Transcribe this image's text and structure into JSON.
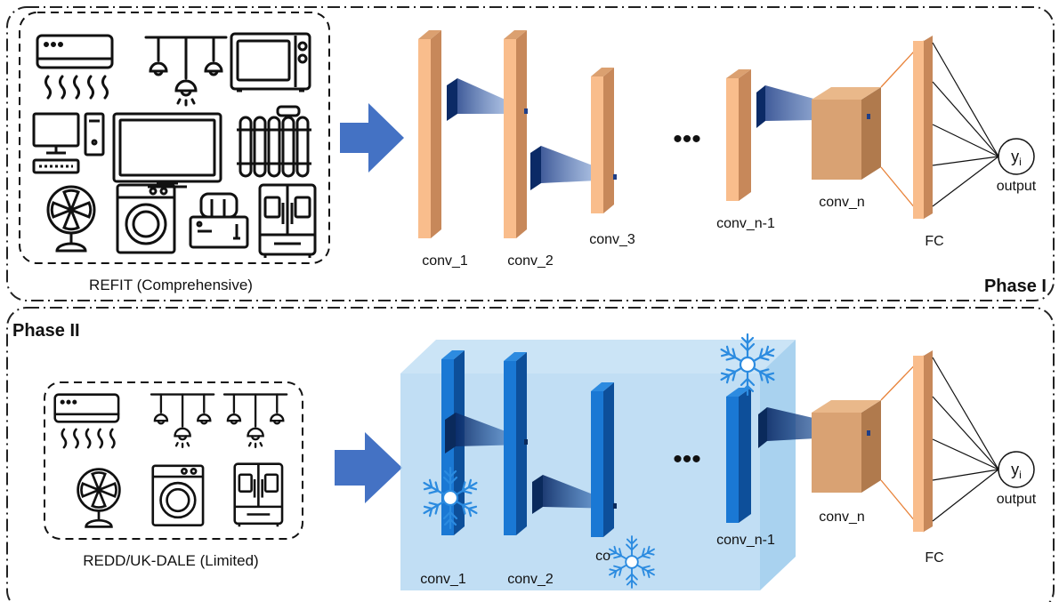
{
  "phase1": {
    "label": "Phase I",
    "dataset_label": "REFIT (Comprehensive)",
    "layers": [
      "conv_1",
      "conv_2",
      "conv_3",
      "conv_n-1",
      "conv_n"
    ],
    "ellipsis": "•••",
    "fc_label": "FC",
    "output_symbol": "y",
    "output_subscript": "i",
    "output_label": "output",
    "appliances": [
      "air-conditioner",
      "ceiling-lamps",
      "microwave",
      "desktop-computer",
      "television",
      "radiator",
      "fan",
      "washing-machine",
      "toaster",
      "refrigerator"
    ]
  },
  "phase2": {
    "label": "Phase II",
    "dataset_label": "REDD/UK-DALE (Limited)",
    "layers": [
      "conv_1",
      "conv_2",
      "co",
      "conv_n-1",
      "conv_n"
    ],
    "ellipsis": "•••",
    "fc_label": "FC",
    "output_symbol": "y",
    "output_subscript": "i",
    "output_label": "output",
    "appliances": [
      "air-conditioner",
      "ceiling-lamps",
      "ceiling-lamps",
      "fan",
      "washing-machine",
      "refrigerator"
    ]
  },
  "colors": {
    "trainable_face": "#f9bd8c",
    "trainable_side": "#c7885a",
    "frozen_face": "#1a78d4",
    "frozen_side": "#0d4f9a",
    "frozen_overlay": "#9fcbee",
    "arrow": "#4472c4",
    "snowflake": "#5aa9e6"
  }
}
